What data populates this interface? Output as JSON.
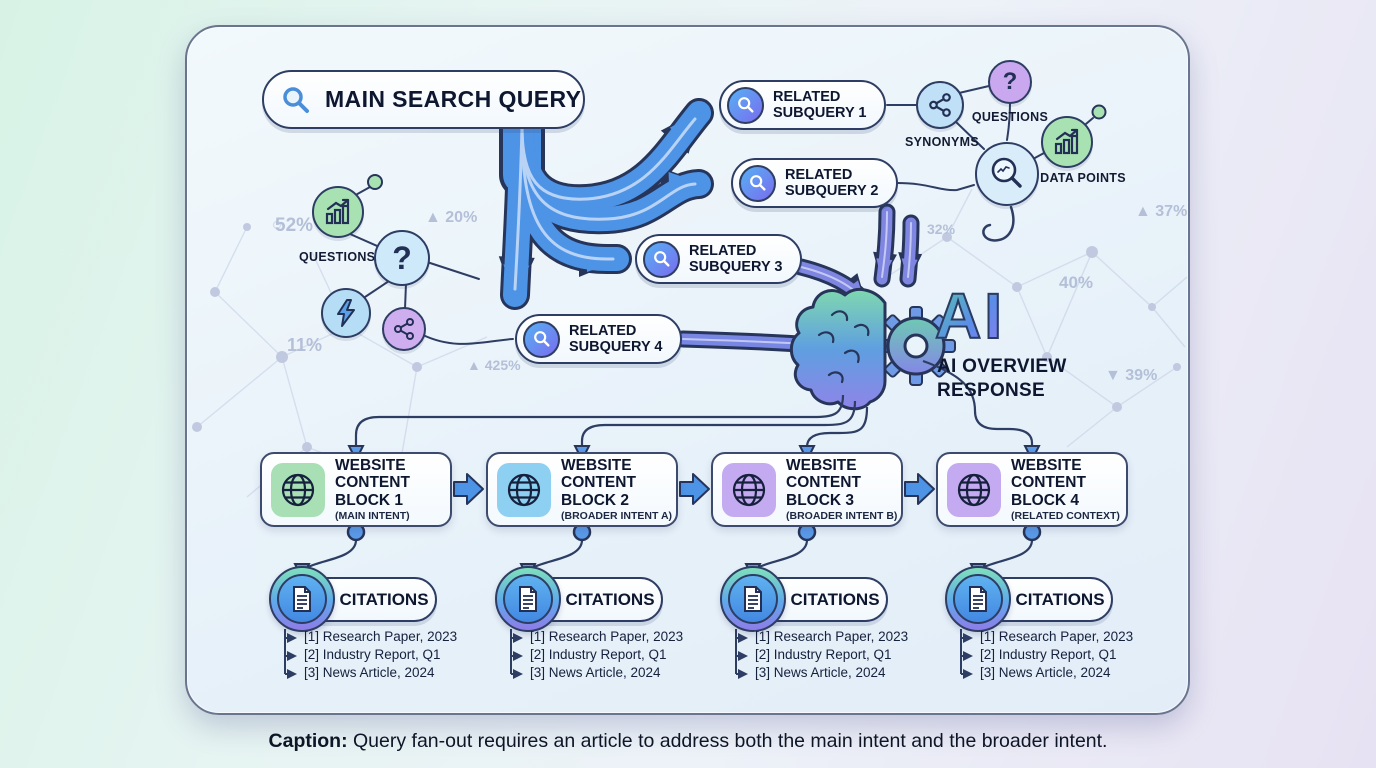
{
  "caption": {
    "prefix": "Caption:",
    "text": " Query fan-out requires an article to address both the main intent and the broader intent."
  },
  "main_query": {
    "label": "MAIN SEARCH QUERY"
  },
  "subqueries": [
    {
      "line1": "RELATED",
      "line2": "SUBQUERY 1"
    },
    {
      "line1": "RELATED",
      "line2": "SUBQUERY 2"
    },
    {
      "line1": "RELATED",
      "line2": "SUBQUERY 3"
    },
    {
      "line1": "RELATED",
      "line2": "SUBQUERY 4"
    }
  ],
  "left_cluster": {
    "label": "QUESTIONS"
  },
  "right_cluster": {
    "synonyms_label": "SYNONYMS",
    "questions_label": "QUESTIONS",
    "data_points_label": "DATA POINTS"
  },
  "ai": {
    "headline": "AI",
    "line1": "AI OVERVIEW",
    "line2": "RESPONSE"
  },
  "blocks": [
    {
      "line1": "WEBSITE",
      "line2": "CONTENT",
      "line3": "BLOCK 1",
      "subtitle": "(MAIN INTENT)",
      "icon_bg": "#a8dfb4"
    },
    {
      "line1": "WEBSITE",
      "line2": "CONTENT",
      "line3": "BLOCK 2",
      "subtitle": "(BROADER INTENT A)",
      "icon_bg": "#8ed0f2"
    },
    {
      "line1": "WEBSITE",
      "line2": "CONTENT",
      "line3": "BLOCK 3",
      "subtitle": "(BROADER INTENT B)",
      "icon_bg": "#c4aaf0"
    },
    {
      "line1": "WEBSITE",
      "line2": "CONTENT",
      "line3": "BLOCK 4",
      "subtitle": "(RELATED CONTEXT)",
      "icon_bg": "#c4aaf0"
    }
  ],
  "citations": {
    "label": "CITATIONS",
    "items": [
      "[1] Research Paper, 2023",
      "[2] Industry Report, Q1",
      "[3] News Article, 2024"
    ]
  },
  "decor": {
    "labels": [
      "52%",
      "▲ 20%",
      "11%",
      "▲ 425%",
      "32%",
      "▲ 37%",
      "40%",
      "▼ 39%"
    ]
  },
  "colors": {
    "arrow_blue": "#4d93e6",
    "arrow_purple": "#7e86e2",
    "outline_navy": "#27355a",
    "green_icon": "#a9e2b2",
    "blue_icon": "#bfe0f6",
    "purple_icon": "#c9a8ef"
  }
}
